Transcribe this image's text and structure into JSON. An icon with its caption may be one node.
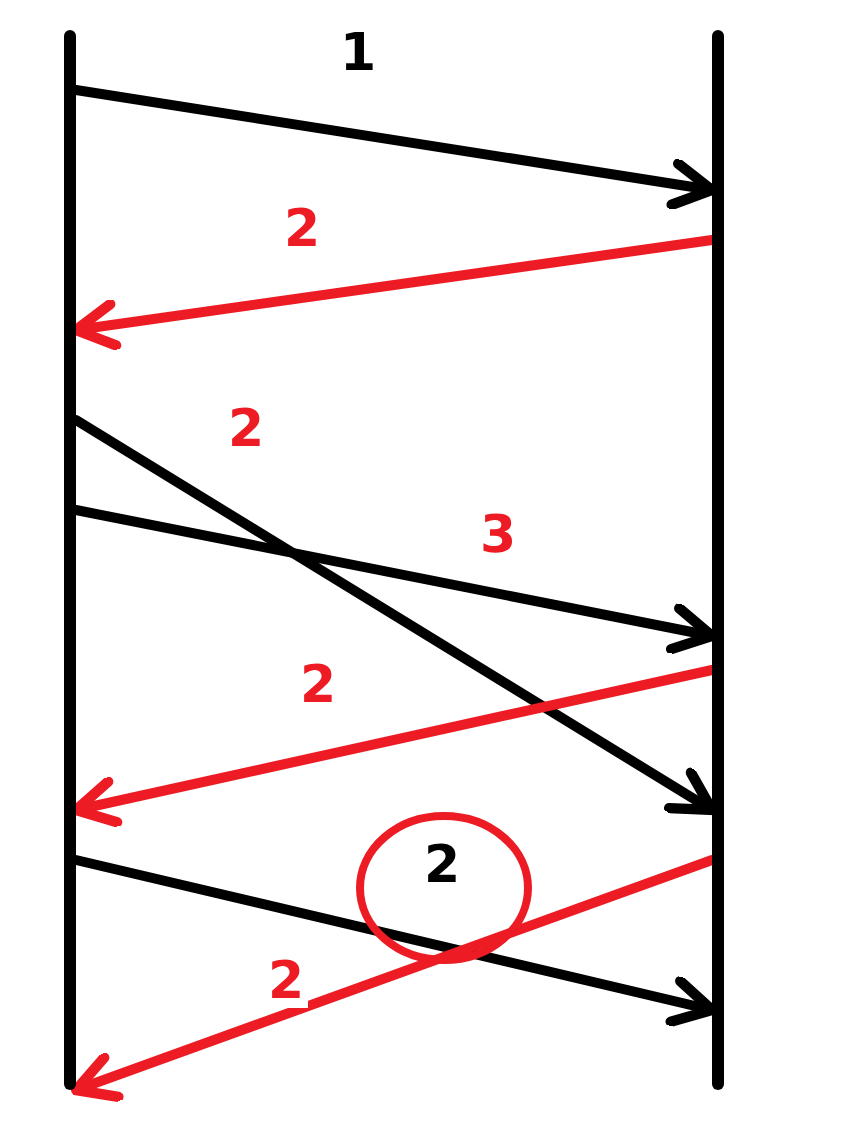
{
  "diagram": {
    "nodes": [
      {
        "text": [],
        "shape": "bar"
      },
      {
        "text": [],
        "shape": "bar"
      }
    ],
    "edges": [
      {
        "from": 0,
        "to": 1,
        "arrow": "to",
        "label": "1"
      },
      {
        "from": 1,
        "to": 0,
        "arrow": "to",
        "label": "2",
        "color": "#ed1c24"
      },
      {
        "from": 0,
        "to": 1,
        "arrow": "to",
        "label": "2"
      },
      {
        "from": 0,
        "to": 1,
        "arrow": "to",
        "label": "3"
      },
      {
        "from": 1,
        "to": 0,
        "arrow": "to",
        "label": "2",
        "color": "#ed1c24"
      },
      {
        "from": 0,
        "to": 1,
        "arrow": "to",
        "label": "2"
      },
      {
        "from": 1,
        "to": 0,
        "arrow": "to",
        "label": "2",
        "color": "#ed1c24"
      }
    ]
  }
}
